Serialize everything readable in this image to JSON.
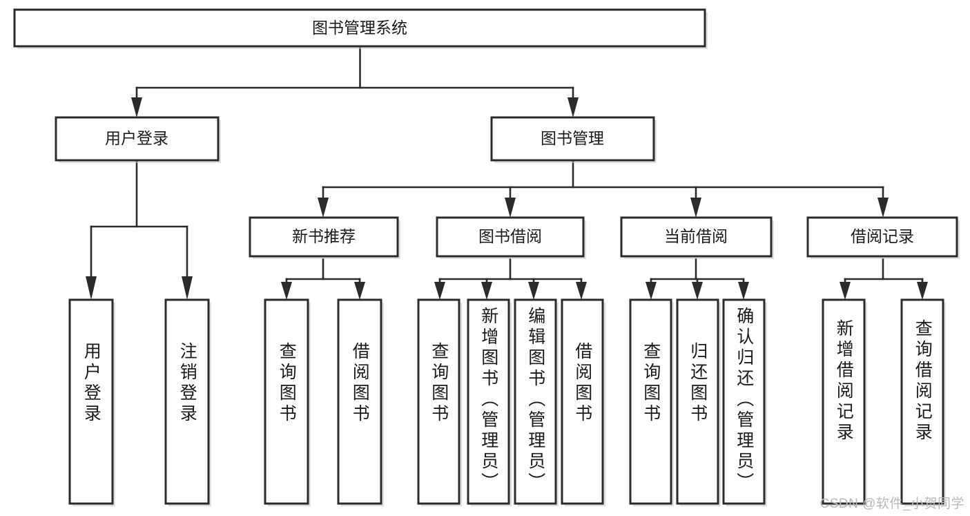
{
  "diagram": {
    "title": "图书管理系统",
    "type": "tree",
    "watermark": "CSDN @软件_小贺同学",
    "colors": {
      "box_stroke": "#2b2b2b",
      "box_fill": "#ffffff",
      "edge": "#2b2b2b",
      "text": "#1a1a1a",
      "watermark": "#b9b9b9",
      "background": "#ffffff"
    },
    "levels": {
      "root": "图书管理系统",
      "level2": [
        "用户登录",
        "图书管理"
      ],
      "level3": [
        "新书推荐",
        "图书借阅",
        "当前借阅",
        "借阅记录"
      ]
    },
    "nodes": {
      "root": {
        "label": "图书管理系统",
        "orientation": "horizontal"
      },
      "user_login": {
        "label": "用户登录",
        "orientation": "horizontal"
      },
      "book_manage": {
        "label": "图书管理",
        "orientation": "horizontal"
      },
      "new_book_rec": {
        "label": "新书推荐",
        "orientation": "horizontal"
      },
      "book_borrow": {
        "label": "图书借阅",
        "orientation": "horizontal"
      },
      "current_borrow": {
        "label": "当前借阅",
        "orientation": "horizontal"
      },
      "borrow_record": {
        "label": "借阅记录",
        "orientation": "horizontal"
      },
      "leaf_user_login": {
        "label": "用户登录",
        "orientation": "vertical"
      },
      "leaf_logout": {
        "label": "注销登录",
        "orientation": "vertical"
      },
      "leaf_query_book_1": {
        "label": "查询图书",
        "orientation": "vertical"
      },
      "leaf_borrow_book_1": {
        "label": "借阅图书",
        "orientation": "vertical"
      },
      "leaf_query_book_2": {
        "label": "查询图书",
        "orientation": "vertical"
      },
      "leaf_add_book": {
        "label": "新增图书（管理员）",
        "orientation": "vertical"
      },
      "leaf_edit_book": {
        "label": "编辑图书（管理员）",
        "orientation": "vertical"
      },
      "leaf_borrow_book_2": {
        "label": "借阅图书",
        "orientation": "vertical"
      },
      "leaf_query_book_3": {
        "label": "查询图书",
        "orientation": "vertical"
      },
      "leaf_return_book": {
        "label": "归还图书",
        "orientation": "vertical"
      },
      "leaf_confirm_return": {
        "label": "确认归还（管理员）",
        "orientation": "vertical"
      },
      "leaf_add_record": {
        "label": "新增借阅记录",
        "orientation": "vertical"
      },
      "leaf_query_record": {
        "label": "查询借阅记录",
        "orientation": "vertical"
      }
    },
    "edges": [
      {
        "from": "root",
        "to": "user_login"
      },
      {
        "from": "root",
        "to": "book_manage"
      },
      {
        "from": "user_login",
        "to": "leaf_user_login"
      },
      {
        "from": "user_login",
        "to": "leaf_logout"
      },
      {
        "from": "book_manage",
        "to": "new_book_rec"
      },
      {
        "from": "book_manage",
        "to": "book_borrow"
      },
      {
        "from": "book_manage",
        "to": "current_borrow"
      },
      {
        "from": "book_manage",
        "to": "borrow_record"
      },
      {
        "from": "new_book_rec",
        "to": "leaf_query_book_1"
      },
      {
        "from": "new_book_rec",
        "to": "leaf_borrow_book_1"
      },
      {
        "from": "book_borrow",
        "to": "leaf_query_book_2"
      },
      {
        "from": "book_borrow",
        "to": "leaf_add_book"
      },
      {
        "from": "book_borrow",
        "to": "leaf_edit_book"
      },
      {
        "from": "book_borrow",
        "to": "leaf_borrow_book_2"
      },
      {
        "from": "current_borrow",
        "to": "leaf_query_book_3"
      },
      {
        "from": "current_borrow",
        "to": "leaf_return_book"
      },
      {
        "from": "current_borrow",
        "to": "leaf_confirm_return"
      },
      {
        "from": "borrow_record",
        "to": "leaf_add_record"
      },
      {
        "from": "borrow_record",
        "to": "leaf_query_record"
      }
    ]
  }
}
